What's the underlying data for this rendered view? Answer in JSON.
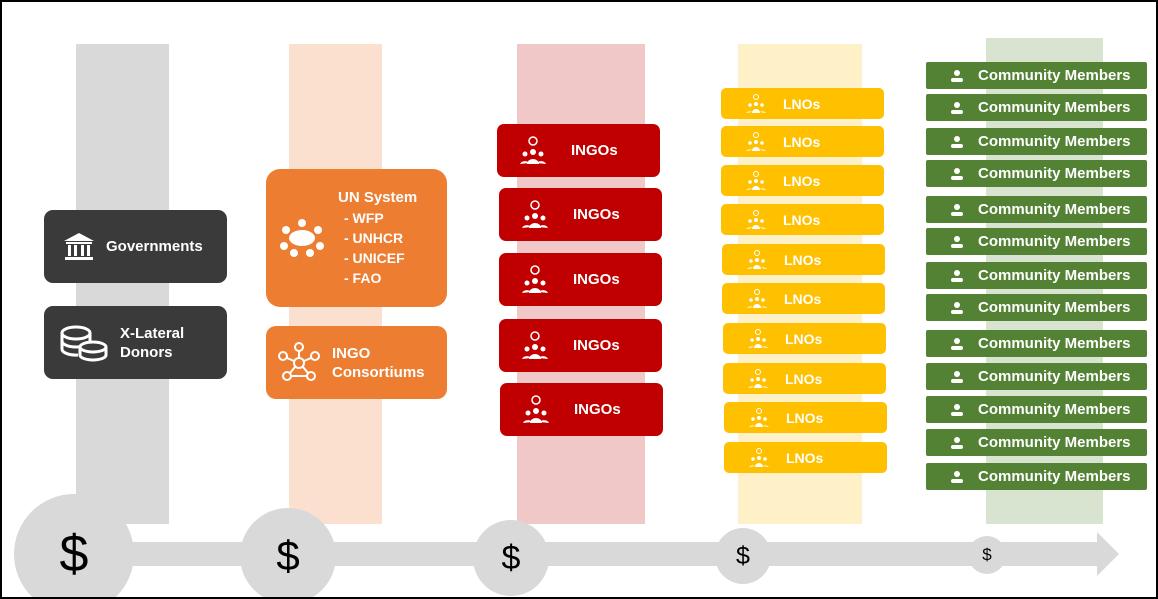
{
  "colors": {
    "gov_band": "#d9d9d9",
    "un_band": "#fbe0cf",
    "ingo_band": "#f0c8c8",
    "lno_band": "#fff1c7",
    "community_band": "#d8e4cf",
    "dark_box": "#3a3a3a",
    "orange_box": "#ed7d31",
    "red_box": "#c00000",
    "yellow_box": "#ffc000",
    "green_box": "#548235",
    "arrow": "#d9d9d9"
  },
  "governments": {
    "label": "Governments",
    "icon": "bank-icon"
  },
  "donors": {
    "label_line1": "X-Lateral",
    "label_line2": "Donors",
    "icon": "coins-icon"
  },
  "un_system": {
    "title": "UN System",
    "members": [
      "- WFP",
      "- UNHCR",
      "- UNICEF",
      "- FAO"
    ],
    "icon": "meeting-table-icon"
  },
  "ingo_consortiums": {
    "label_line1": "INGO",
    "label_line2": "Consortiums",
    "icon": "network-icon"
  },
  "ingos": [
    "INGOs",
    "INGOs",
    "INGOs",
    "INGOs",
    "INGOs"
  ],
  "lnos": [
    "LNOs",
    "LNOs",
    "LNOs",
    "LNOs",
    "LNOs",
    "LNOs",
    "LNOs",
    "LNOs",
    "LNOs",
    "LNOs"
  ],
  "community_members": [
    "Community Members",
    "Community Members",
    "Community Members",
    "Community Members",
    "Community Members",
    "Community Members",
    "Community Members",
    "Community Members",
    "Community Members",
    "Community Members",
    "Community Members",
    "Community Members",
    "Community Members"
  ],
  "money_flow": [
    "$",
    "$",
    "$",
    "$",
    "$"
  ]
}
